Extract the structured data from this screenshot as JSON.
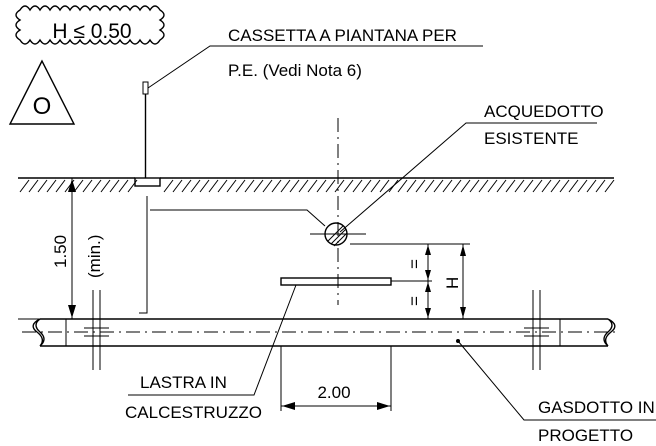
{
  "tag": {
    "condition": "H ≤ 0.50",
    "code": "O"
  },
  "labels": {
    "cassetta_line1": "CASSETTA A PIANTANA PER",
    "cassetta_line2": "P.E. (Vedi Nota 6)",
    "acquedotto_line1": "ACQUEDOTTO",
    "acquedotto_line2": "ESISTENTE",
    "lastra_line1": "LASTRA IN",
    "lastra_line2": "CALCESTRUZZO",
    "gasdotto_line1": "GASDOTTO IN",
    "gasdotto_line2": "PROGETTO"
  },
  "dimensions": {
    "depth": "1.50",
    "depth_note": "(min.)",
    "height": "H",
    "equal_top": "=",
    "equal_bottom": "=",
    "slab_width": "2.00"
  }
}
